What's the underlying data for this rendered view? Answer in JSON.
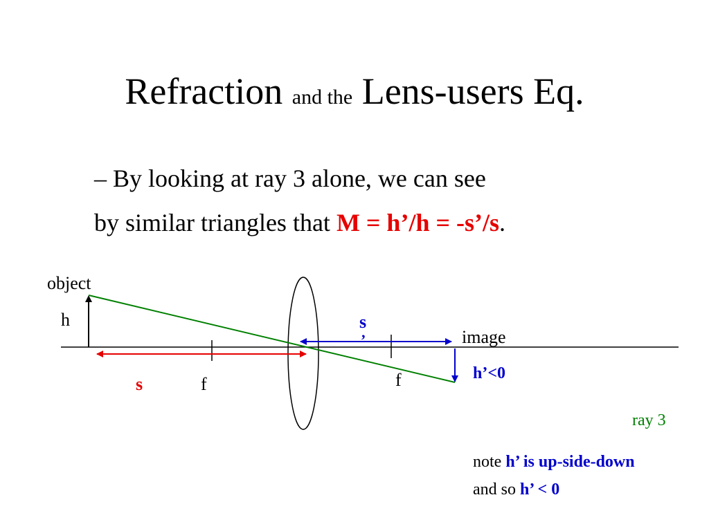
{
  "title": {
    "part1": "Refraction",
    "part2": "and the",
    "part3": "Lens-users Eq."
  },
  "bullet": {
    "line1": "– By looking at ray 3 alone, we can see",
    "line2_prefix": "by similar triangles that ",
    "equation": "M = h’/h = -s’/s",
    "line2_suffix": "."
  },
  "diagram": {
    "object_label": "object",
    "h_label": "h",
    "s_label": "s",
    "f_left_label": "f",
    "s_prime_label": "s",
    "s_prime_tick": "’",
    "f_right_label": "f",
    "image_label": "image",
    "h_prime_label": "h’<0",
    "ray_label": "ray 3",
    "colors": {
      "ray": "#008000",
      "s_arrow": "#e60000",
      "s_prime_arrow": "#0000cc",
      "image_arrow": "#0000cc"
    }
  },
  "note": {
    "line1_prefix": "note ",
    "line1_bold": "h’ is up-side-down",
    "line2_prefix": "and so ",
    "line2_bold": "h’ < 0"
  }
}
